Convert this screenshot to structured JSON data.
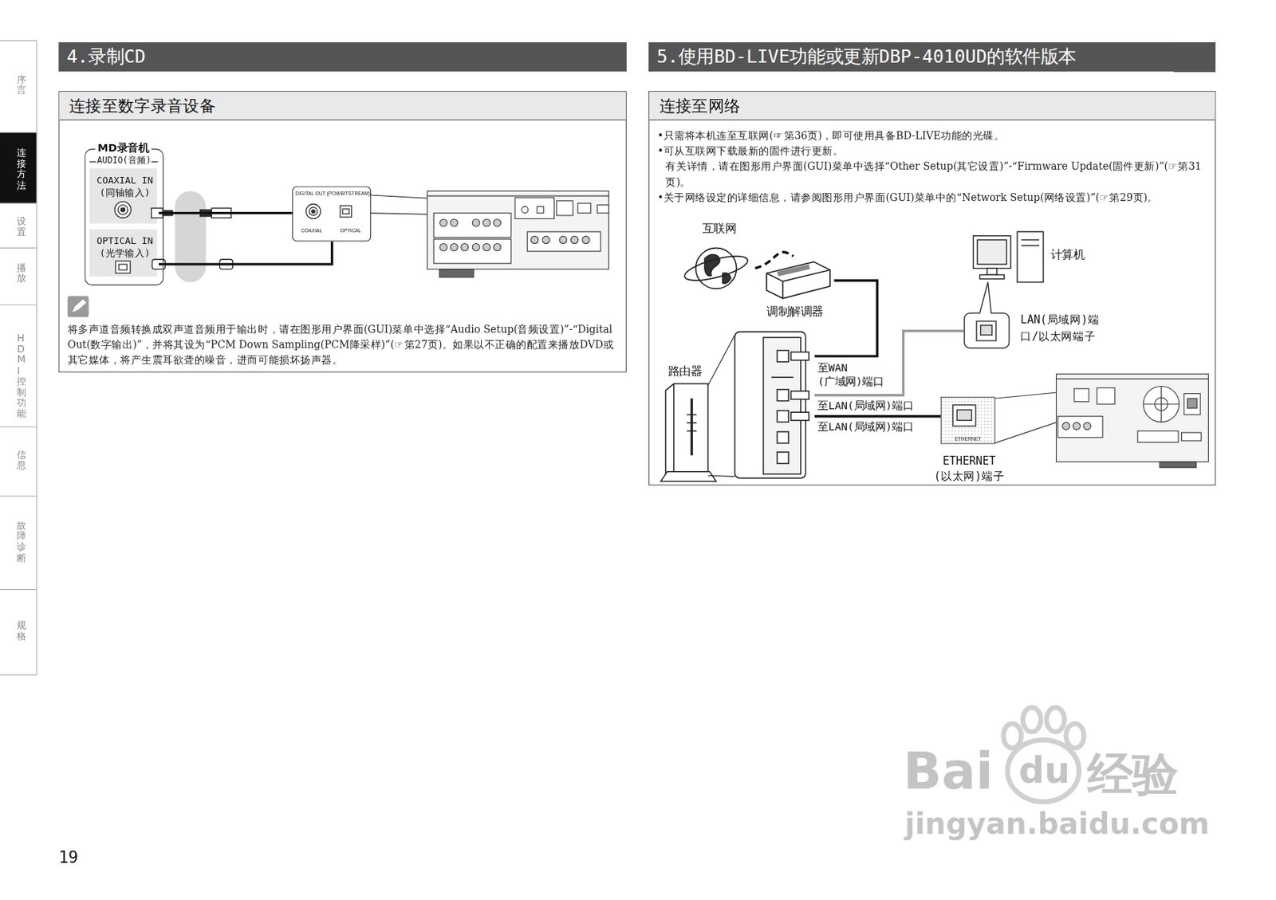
{
  "diagram": {
    "nodes": [
      {
        "text": [
          "4.录制CD"
        ]
      },
      {
        "text": [
          "连接至数字录音设备"
        ]
      },
      {
        "text": [
          "MD录音机",
          "AUDIO(音频)"
        ],
        "in": 1
      },
      {
        "text": [
          "COAXIAL IN (同轴输入)"
        ],
        "in": 2
      },
      {
        "text": [
          "OPTICAL IN (光学输入)"
        ],
        "in": 2
      },
      {
        "text": [
          "DIGITAL OUT (PCM/BITSTREAM)",
          "COAXIAL",
          "OPTICAL"
        ],
        "in": 1
      },
      {
        "text": [
          "5.使用BD-LIVE功能或更新DBP-4010UD的软件版本"
        ]
      },
      {
        "text": [
          "连接至网络"
        ]
      },
      {
        "text": [
          "互联网"
        ],
        "in": 7
      },
      {
        "text": [
          "调制解调器"
        ],
        "in": 7
      },
      {
        "text": [
          "计算机"
        ],
        "in": 7
      },
      {
        "text": [
          "LAN(局域网)端 口/以太网端子"
        ],
        "in": 7
      },
      {
        "text": [
          "路由器"
        ],
        "in": 7
      },
      {
        "text": [
          "ETHERNET",
          "ETHERNET (以太网)端子"
        ],
        "in": 7
      }
    ],
    "edges": [
      {
        "from": 5,
        "to": 3,
        "arrow": "none"
      },
      {
        "from": 5,
        "to": 4,
        "arrow": "none"
      },
      {
        "from": 8,
        "to": 9,
        "arrow": "none"
      },
      {
        "from": 9,
        "to": 12,
        "label": "至WAN (广域网)端口",
        "arrow": "none"
      },
      {
        "from": 12,
        "to": 11,
        "label": "至LAN(局域网)端口",
        "arrow": "none"
      },
      {
        "from": 12,
        "to": 13,
        "label": "至LAN(局域网)端口",
        "arrow": "none"
      }
    ],
    "labels": [
      "序言",
      "连接方法",
      "设置",
      "播放",
      "HDMI控制功能",
      "信息",
      "故障诊断",
      "规格",
      "将多声道音频转换成双声道音频用于输出时，请在图形用户界面(GUI)菜单中选择“Audio Setup(音频设置)”-“Digital Out(数字输出)”，并将其设为“PCM Down Sampling(PCM降采样)”(☞第27页)。如果以不正确的配置来播放DVD或其它媒体，将产生震耳欲聋的噪音，进而可能损坏扬声器。",
      "•只需将本机连至互联网(☞第36页)，即可使用具备BD-LIVE功能的光碟。",
      "•可从互联网下载最新的固件进行更新。",
      "有关详情，请在图形用户界面(GUI)菜单中选择“Other Setup(其它设置)”-“Firmware Update(固件更新)”(☞第31页)。",
      "•关于网络设定的详细信息，请参阅图形用户界面(GUI)菜单中的“Network Setup(网络设置)”(☞第29页)。",
      "19",
      "Bai",
      "du",
      "经验",
      "jingyan.baidu.com"
    ]
  }
}
